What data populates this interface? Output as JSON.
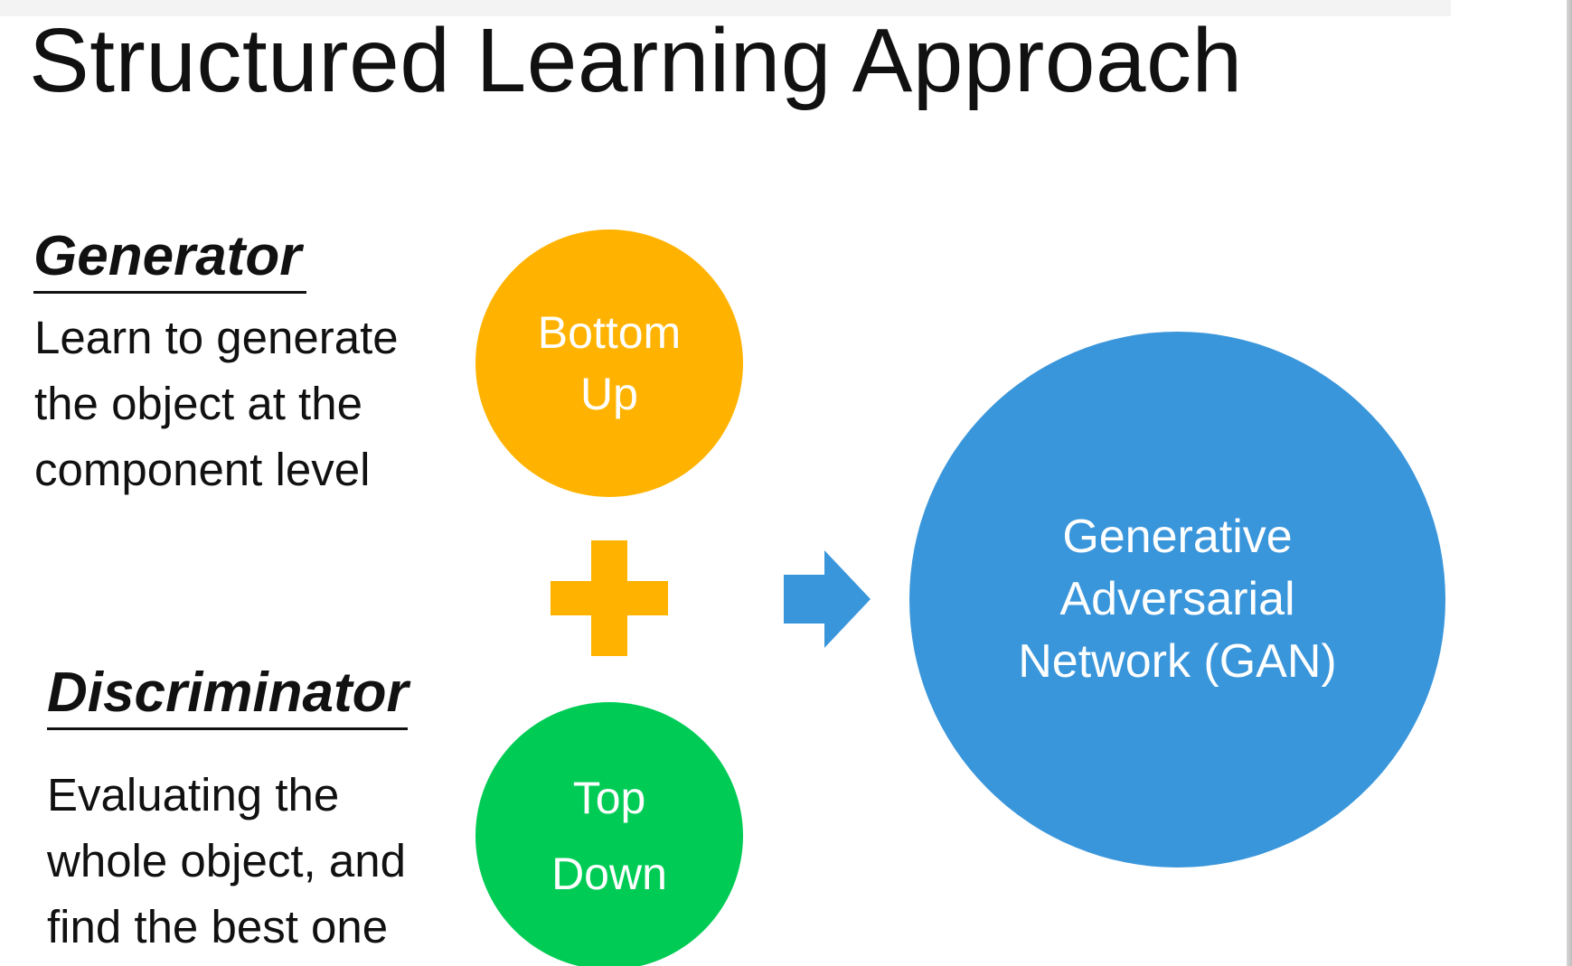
{
  "title": "Structured Learning Approach",
  "generator": {
    "heading": "Generator",
    "lines": [
      "Learn to generate",
      "the object at the",
      "component level"
    ]
  },
  "discriminator": {
    "heading": "Discriminator",
    "lines": [
      "Evaluating the",
      "whole object, and",
      "find the best one"
    ]
  },
  "bottom_up": {
    "lines": [
      "Bottom",
      "Up"
    ]
  },
  "top_down": {
    "lines": [
      "Top",
      "Down"
    ]
  },
  "gan": {
    "lines": [
      "Generative",
      "Adversarial",
      "Network (GAN)"
    ]
  },
  "colors": {
    "orange": "#FFB300",
    "green": "#00CC55",
    "blue": "#3A96DB",
    "text": "#111111"
  },
  "icons": [
    "plus-icon",
    "arrow-right-icon"
  ]
}
